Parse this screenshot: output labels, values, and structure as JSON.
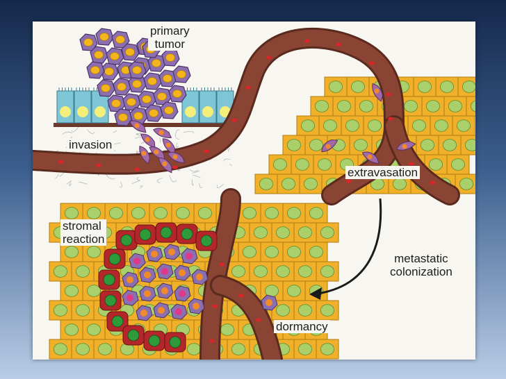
{
  "labels": {
    "primary_tumor_line1": "primary",
    "primary_tumor_line2": "tumor",
    "invasion": "invasion",
    "extravasation": "extravasation",
    "stromal_line1": "stromal",
    "stromal_line2": "reaction",
    "metastatic_line1": "metastatic",
    "metastatic_line2": "colonization",
    "dormancy": "dormancy"
  },
  "colors": {
    "vessel": "#8a4434",
    "vessel_edge": "#5a2a1e",
    "blood_cell": "#d8262a",
    "tissue_cell": "#f0b02a",
    "tissue_nucleus": "#a9d06a",
    "tumor_cell": "#8c6fb0",
    "tumor_nucleus": "#f2b51c",
    "epithelium": "#7ec6d6",
    "epithelium_nucleus": "#f4ee7a",
    "stromal_cell": "#b3262a",
    "stromal_nucleus": "#2e9a3a",
    "arrow": "#1a1a1a"
  }
}
